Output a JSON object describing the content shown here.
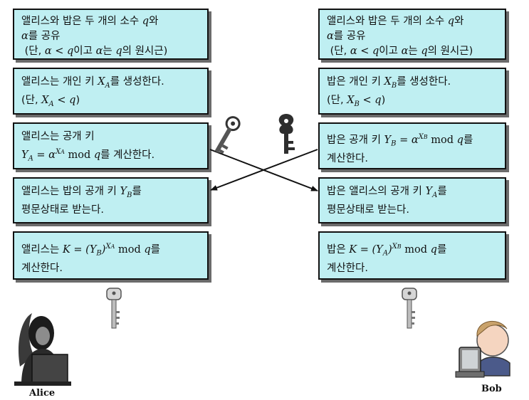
{
  "alice": {
    "name": "Alice",
    "box1": {
      "l1": "앨리스와 밥은 두 개의 소수 ",
      "q": "q",
      "l1b": "와",
      "l2a": "α",
      "l2b": "를 공유",
      "l3a": "(단, ",
      "l3b": "α < q",
      "l3c": "이고 ",
      "l3d": "α",
      "l3e": "는 ",
      "l3f": "q",
      "l3g": "의 원시근)"
    },
    "box2": {
      "l1a": "앨리스는 개인 키 ",
      "l1b": "X",
      "l1c": "A",
      "l1d": "를 생성한다.",
      "l2a": "(단, ",
      "l2b": "X",
      "l2c": "A",
      "l2d": " < q",
      "l2e": ")"
    },
    "box3": {
      "l1": "앨리스는 공개 키",
      "l2a": "Y",
      "l2b": "A",
      "l2c": " = α",
      "l2d": "X",
      "l2e": "A",
      "l2f": " mod ",
      "l2g": "q",
      "l2h": "를 계산한다."
    },
    "box4": {
      "l1a": "앨리스는 밥의 공개 키 ",
      "l1b": "Y",
      "l1c": "B",
      "l1d": "를",
      "l2": "평문상태로 받는다."
    },
    "box5": {
      "l1a": "앨리스는 ",
      "l1b": "K",
      "l1c": " = (",
      "l1d": "Y",
      "l1e": "B",
      "l1f": ")",
      "l1g": "X",
      "l1h": "A",
      "l1i": " mod ",
      "l1j": "q",
      "l1k": "를",
      "l2": "계산한다."
    }
  },
  "bob": {
    "name": "Bob",
    "box1": {
      "l1": "앨리스와 밥은 두 개의 소수 ",
      "q": "q",
      "l1b": "와",
      "l2a": "α",
      "l2b": "를 공유",
      "l3a": "(단, ",
      "l3b": "α < q",
      "l3c": "이고 ",
      "l3d": "α",
      "l3e": "는 ",
      "l3f": "q",
      "l3g": "의 원시근)"
    },
    "box2": {
      "l1a": "밥은 개인 키 ",
      "l1b": "X",
      "l1c": "B",
      "l1d": "를 생성한다.",
      "l2a": "(단, ",
      "l2b": "X",
      "l2c": "B",
      "l2d": " < q",
      "l2e": ")"
    },
    "box3": {
      "l1a": "밥은 공개 키 ",
      "l1b": "Y",
      "l1c": "B",
      "l1d": " = α",
      "l1e": "X",
      "l1f": "B",
      "l1g": " mod ",
      "l1h": "q",
      "l1i": "를",
      "l2": "계산한다."
    },
    "box4": {
      "l1a": "밥은 앨리스의 공개 키 ",
      "l1b": "Y",
      "l1c": "A",
      "l1d": "를",
      "l2": "평문상태로 받는다."
    },
    "box5": {
      "l1a": "밥은 ",
      "l1b": "K",
      "l1c": " = (",
      "l1d": "Y",
      "l1e": "A",
      "l1f": ")",
      "l1g": "X",
      "l1h": "B",
      "l1i": " mod ",
      "l1j": "q",
      "l1k": "를",
      "l2": "계산한다."
    }
  },
  "colors": {
    "box_fill": "#bfeff2",
    "border": "#111111",
    "shadow": "#6b6b6b"
  }
}
